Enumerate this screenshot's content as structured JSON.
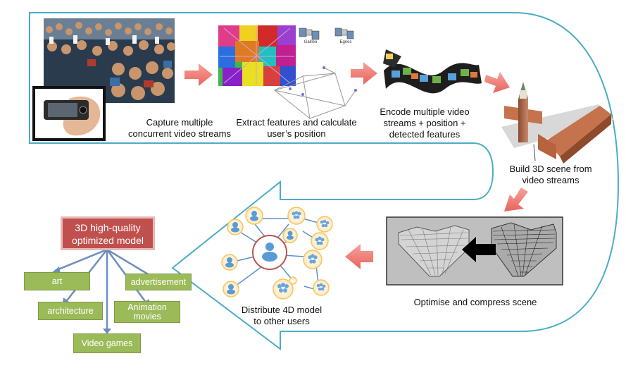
{
  "steps": {
    "capture": "Capture multiple concurrent video streams",
    "capture_l1": "Capture multiple",
    "capture_l2": "concurrent video streams",
    "extract_l1": "Extract features and calculate",
    "extract_l2": "user’s position",
    "encode_l1": "Encode multiple video",
    "encode_l2": "streams + position +",
    "encode_l3": "detected features",
    "build_l1": "Build 3D scene from",
    "build_l2": "video streams",
    "optimise": "Optimise and compress scene",
    "distribute_l1": "Distribute 4D model",
    "distribute_l2": "to other users"
  },
  "model": {
    "title_l1": "3D high-quality",
    "title_l2": "optimized model",
    "uses": [
      "art",
      "advertisement",
      "architecture",
      "Animation movies",
      "Video games"
    ],
    "use_anim_l1": "Animation",
    "use_anim_l2": "movies"
  },
  "satellites": [
    "Galileo",
    "Egnos"
  ],
  "colors": {
    "flow_border": "#4bacc6",
    "step_arrow": "#f2837c",
    "model_box": "#c0504d",
    "use_box": "#9bbb59",
    "tree_lines": "#6c8ebf"
  }
}
